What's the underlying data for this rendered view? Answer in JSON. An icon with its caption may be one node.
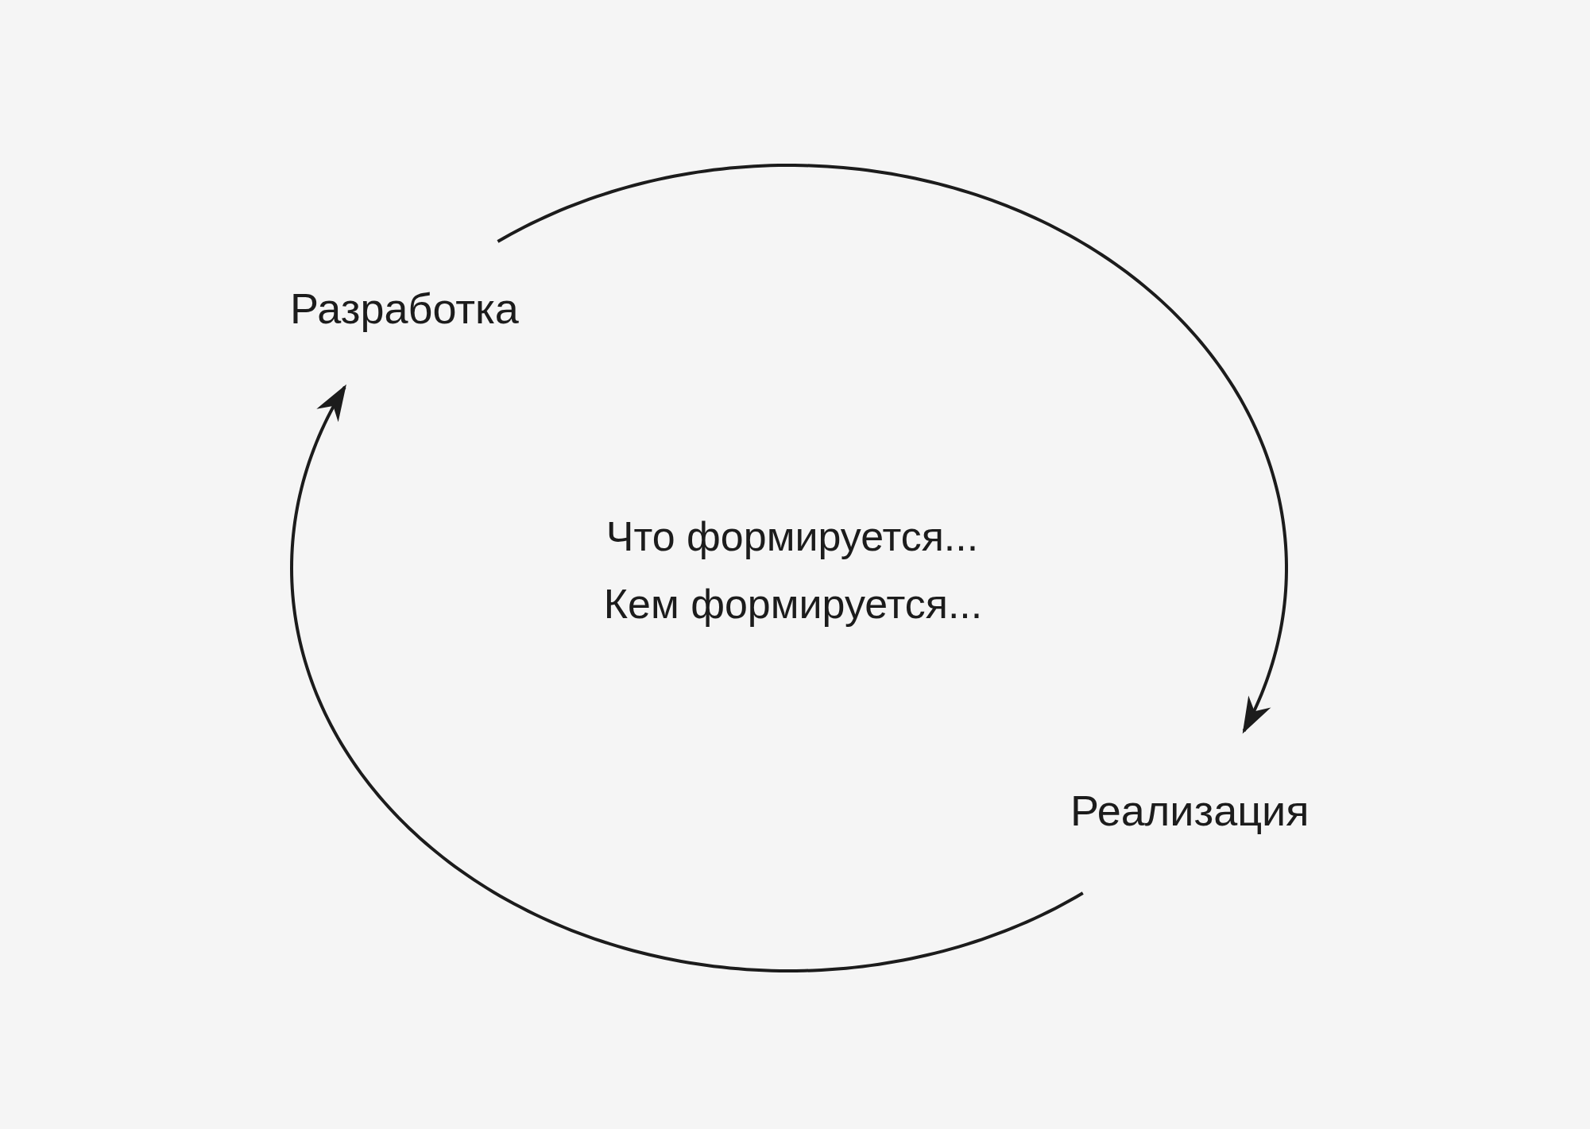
{
  "diagram": {
    "nodes": [
      {
        "text": [
          "Разработка"
        ]
      },
      {
        "text": [
          "Реализация"
        ]
      }
    ],
    "edges": [
      {
        "from": 0,
        "to": 1,
        "arrow": "to"
      },
      {
        "from": 1,
        "to": 0,
        "arrow": "to"
      }
    ],
    "labels": [
      "Что формируется...",
      "Кем формируется..."
    ]
  }
}
